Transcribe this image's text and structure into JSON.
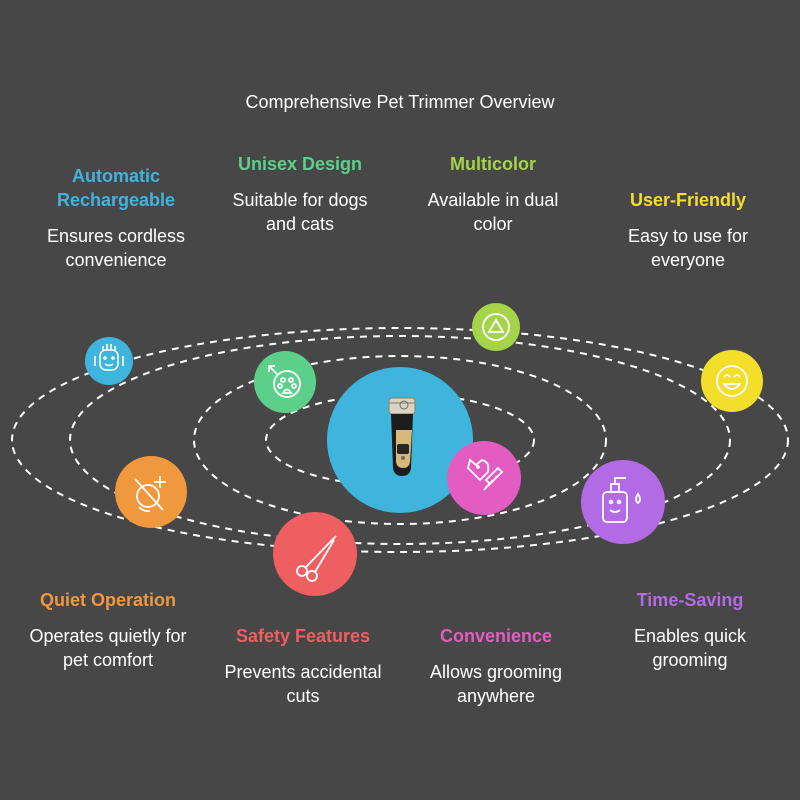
{
  "title": "Comprehensive Pet Trimmer Overview",
  "colors": {
    "background": "#474747",
    "orbit": "#ffffff",
    "center": "#3fb5de"
  },
  "features": [
    {
      "key": "automatic",
      "title": "Automatic Rechargeable",
      "desc": "Ensures cordless convenience",
      "color": "#3fb5de",
      "icon": "hairclipper-face-icon"
    },
    {
      "key": "unisex",
      "title": "Unisex Design",
      "desc": "Suitable for dogs and cats",
      "color": "#5ccf8a",
      "icon": "paw-in-circle-icon"
    },
    {
      "key": "multicolor",
      "title": "Multicolor",
      "desc": "Available in dual color",
      "color": "#a5d34a",
      "icon": "triangle-in-circle-icon"
    },
    {
      "key": "userfriendly",
      "title": "User-Friendly",
      "desc": "Easy to use for everyone",
      "color": "#f3df2a",
      "icon": "smiley-face-icon"
    },
    {
      "key": "quiet",
      "title": "Quiet Operation",
      "desc": "Operates quietly for pet comfort",
      "color": "#f0983d",
      "icon": "muted-sound-icon"
    },
    {
      "key": "safety",
      "title": "Safety Features",
      "desc": "Prevents accidental cuts",
      "color": "#ee5f62",
      "icon": "scissors-icon"
    },
    {
      "key": "convenience",
      "title": "Convenience",
      "desc": "Allows grooming anywhere",
      "color": "#e35cc1",
      "icon": "dog-and-comb-icon"
    },
    {
      "key": "timesaving",
      "title": "Time-Saving",
      "desc": "Enables quick grooming",
      "color": "#b36be5",
      "icon": "pet-shampoo-icon"
    }
  ],
  "center_icon": "pet-clipper-icon"
}
